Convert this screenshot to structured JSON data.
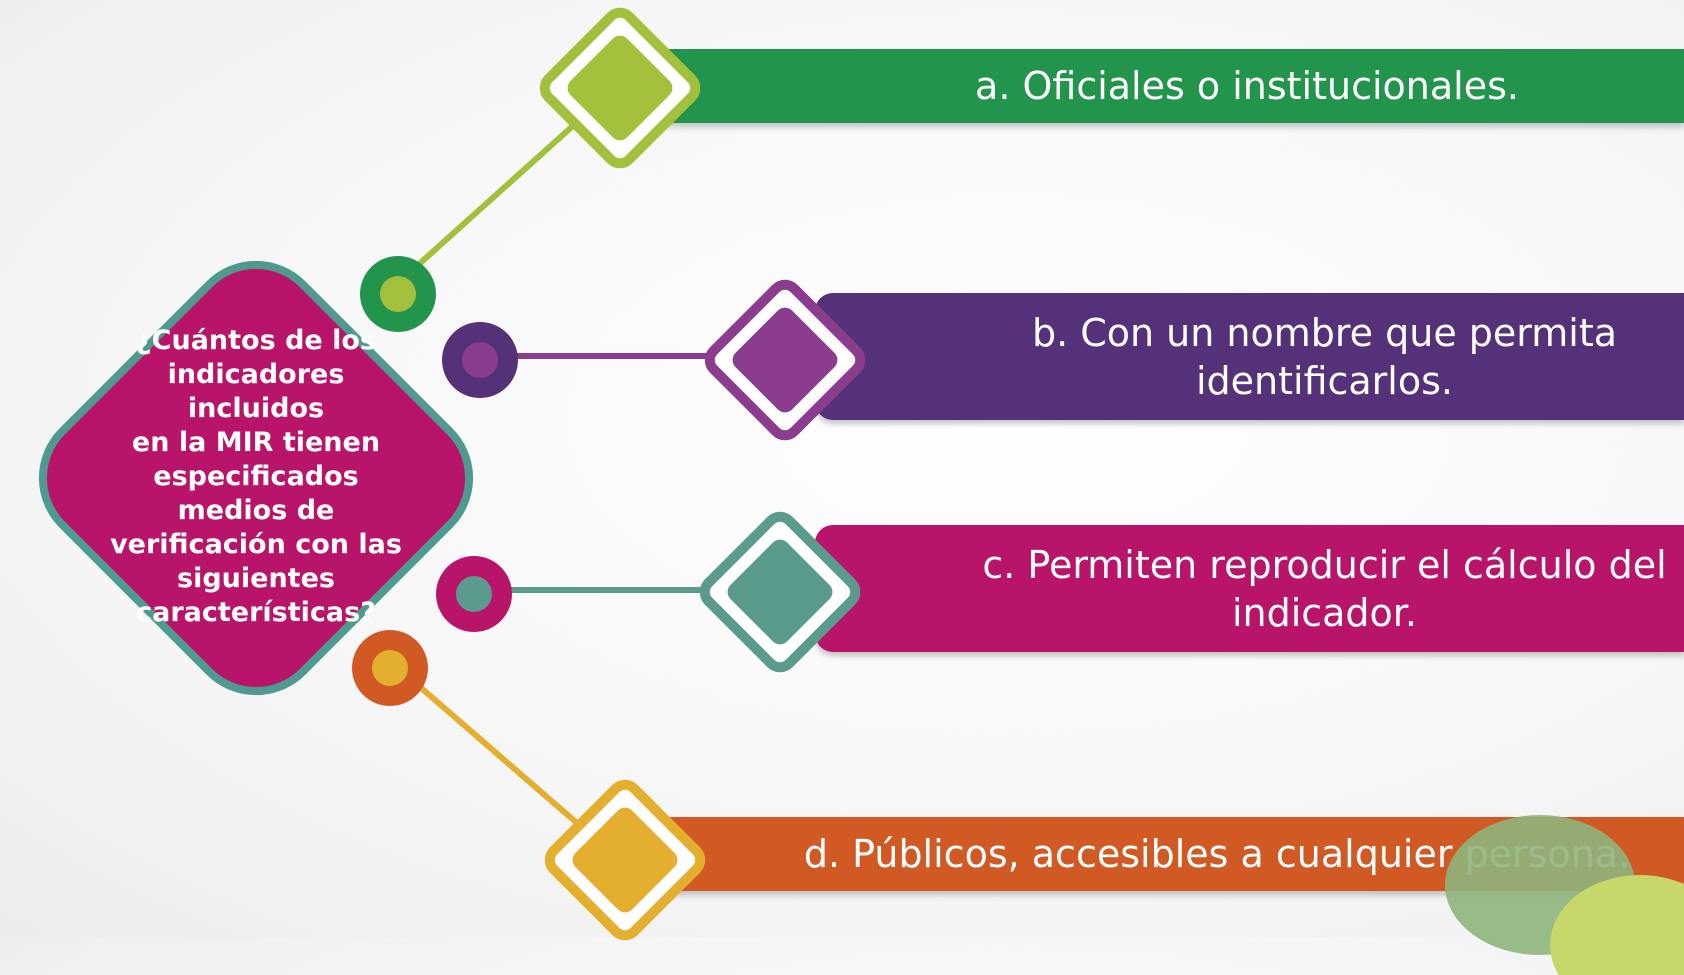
{
  "question": {
    "text": "¿Cuántos de los\nindicadores incluidos\nen  la MIR tienen\nespecificados\nmedios de\nverificación con las\nsiguientes\ncaracterísticas?",
    "fill_color": "#b8156a",
    "border_color": "#4f9a8f"
  },
  "options": [
    {
      "label": "a. Oficiales o institucionales.",
      "bar_color": "#23944c",
      "diamond_color": "#a2c03b",
      "node_ring": "#23944c",
      "node_core": "#a2c03b"
    },
    {
      "label": "b. Con un nombre que permita\nidentificarlos.",
      "bar_color": "#55317a",
      "diamond_color": "#8b3c8c",
      "node_ring": "#55317a",
      "node_core": "#8b3c8c"
    },
    {
      "label": "c. Permiten reproducir el cálculo del\nindicador.",
      "bar_color": "#b8156a",
      "diamond_color": "#5a9b8e",
      "node_ring": "#b8156a",
      "node_core": "#5a9b8e"
    },
    {
      "label": "d. Públicos, accesibles a cualquier persona.",
      "bar_color": "#d15a24",
      "diamond_color": "#e4ae2f",
      "node_ring": "#d15a24",
      "node_core": "#e4ae2f"
    }
  ]
}
